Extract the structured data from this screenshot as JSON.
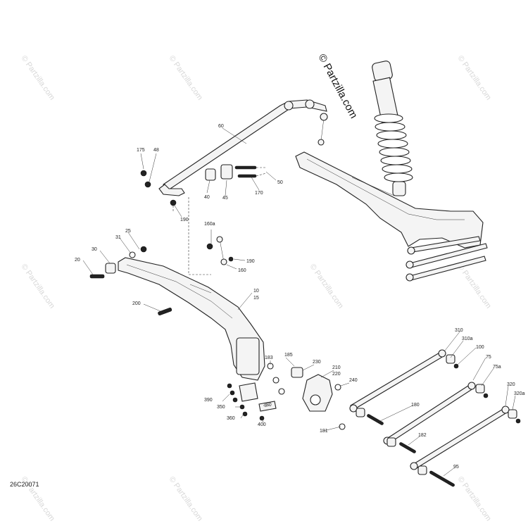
{
  "brand": "© Partzilla.com",
  "watermarks": [
    "© Partzilla.com"
  ],
  "drawing_code": "26C20071",
  "callouts": [
    "60",
    "175",
    "48",
    "40",
    "45",
    "170",
    "50",
    "190",
    "160a",
    "190",
    "160",
    "25",
    "31",
    "30",
    "20",
    "200",
    "10",
    "15",
    "183",
    "185",
    "230",
    "210",
    "220",
    "240",
    "390",
    "350",
    "360",
    "380",
    "400",
    "181",
    "310",
    "310a",
    "100",
    "75",
    "75a",
    "180",
    "320",
    "320a",
    "182",
    "95"
  ]
}
